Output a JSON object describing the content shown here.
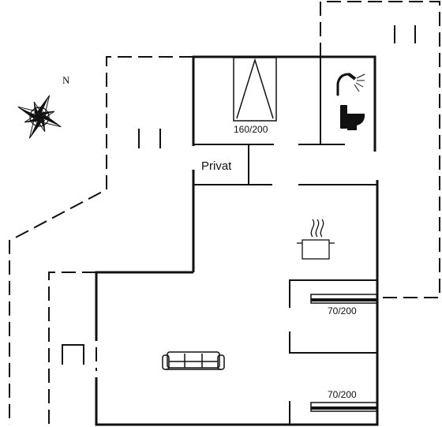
{
  "compass": {
    "north_label": "N"
  },
  "rooms": {
    "bed_top_label": "160/200",
    "privat_label": "Privat",
    "bed_mid_label": "70/200",
    "bed_bottom_label": "70/200"
  },
  "icons": {
    "shower": "shower-icon",
    "toilet": "toilet-icon",
    "cooking": "cooking-pot-icon",
    "sofa": "sofa-icon",
    "compass": "compass-rose-icon"
  }
}
